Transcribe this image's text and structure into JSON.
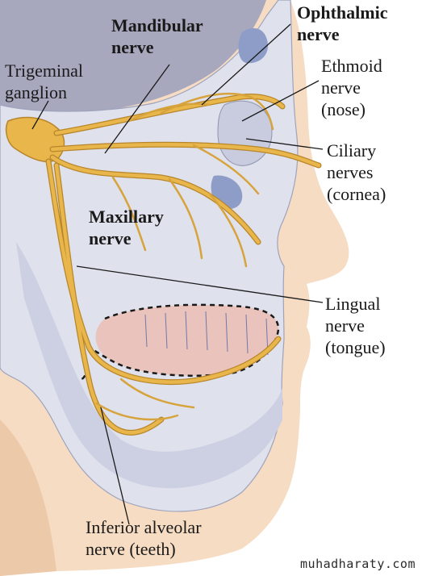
{
  "labels": {
    "ophthalmic": [
      "Ophthalmic",
      "nerve"
    ],
    "mandibular": [
      "Mandibular",
      "nerve"
    ],
    "trigeminal": [
      "Trigeminal",
      "ganglion"
    ],
    "ethmoid": [
      "Ethmoid",
      "nerve",
      "(nose)"
    ],
    "ciliary": [
      "Ciliary",
      "nerves",
      "(cornea)"
    ],
    "maxillary": [
      "Maxillary",
      "nerve"
    ],
    "lingual": [
      "Lingual",
      "nerve",
      "(tongue)"
    ],
    "inferior_alveolar": [
      "Inferior alveolar",
      "nerve (teeth)"
    ]
  },
  "watermark": "muhadharaty.com",
  "colors": {
    "skin": "#f6dcc3",
    "brain": "#a7a7be",
    "bone": "#dfe1ec",
    "nerve": "#e8b64b",
    "nerve_stroke": "#b8862a",
    "tongue": "#e9c3bc"
  }
}
